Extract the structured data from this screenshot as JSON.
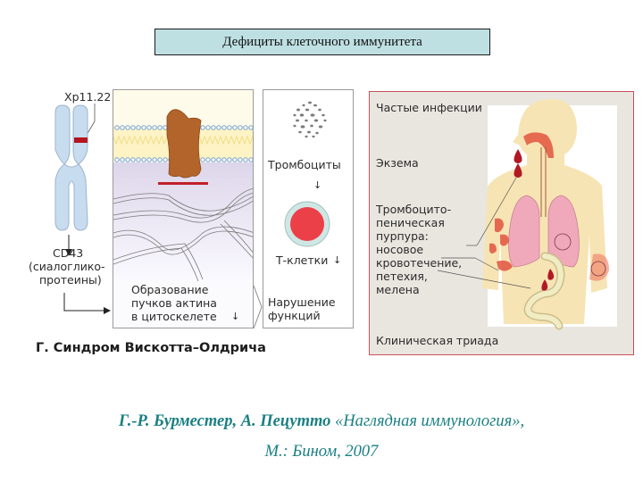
{
  "header": {
    "title": "Дефициты  клеточного иммунитета"
  },
  "diagram": {
    "chromosome": {
      "locus_label": "Xp11.22",
      "product_line1": "CD43",
      "product_line2": "(сиалоглико-",
      "product_line3": "протеины)"
    },
    "cytoskeleton_panel": {
      "caption_line1": "Образование",
      "caption_line2": "пучков актина",
      "caption_line3": "в цитоскелете",
      "trend_arrow": "↓"
    },
    "cells_panel": {
      "platelets_label": "Тромбоциты",
      "platelets_arrow": "↓",
      "tcells_label": "Т-клетки",
      "tcells_arrow": "↓",
      "result_line1": "Нарушение",
      "result_line2": "функций"
    },
    "clinical_panel": {
      "item1": "Частые инфекции",
      "item2": "Экзема",
      "item3_line1": "Тромбоцито-",
      "item3_line2": "пеническая",
      "item3_line3": "пурпура:",
      "item3_line4": "носовое",
      "item3_line5": "кровотечение,",
      "item3_line6": "петехия,",
      "item3_line7": "мелена",
      "footer": "Клиническая триада"
    },
    "subtitle": "Г. Синдром Вискотта–Олдрича"
  },
  "citation": {
    "authors": "Г.-Р. Бурместер, А. Пецутто",
    "book": " «Наглядная иммунология»,",
    "publisher": "М.: Бином, 2007"
  },
  "colors": {
    "title_bg": "#bfe0e3",
    "citation_text": "#1a7f82",
    "accent_red": "#c0202a",
    "protein_brown": "#b3642a",
    "panel_border_red": "#c9505b"
  }
}
